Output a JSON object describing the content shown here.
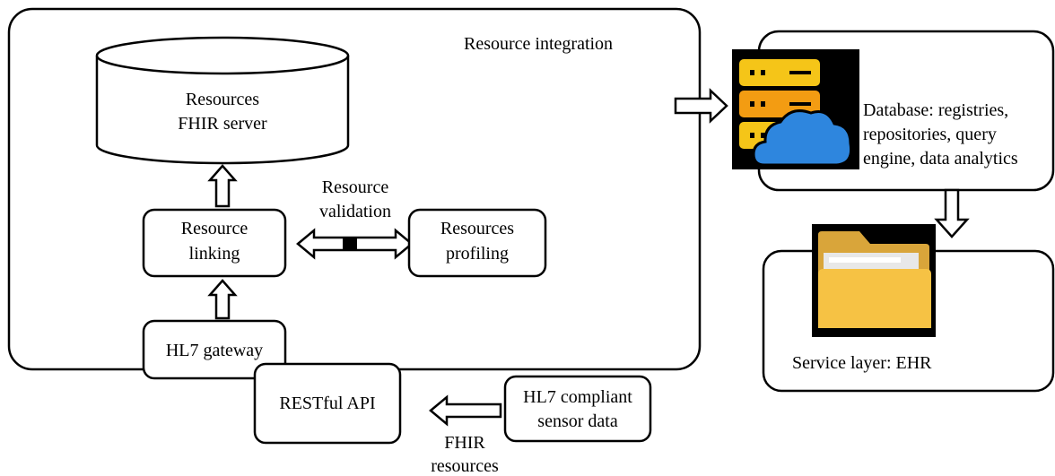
{
  "diagram": {
    "integration_title": "Resource integration",
    "fhir_server_line1": "Resources",
    "fhir_server_line2": "FHIR server",
    "linking_line1": "Resource",
    "linking_line2": "linking",
    "validation_line1": "Resource",
    "validation_line2": "validation",
    "profiling_line1": "Resources",
    "profiling_line2": "profiling",
    "gateway": "HL7 gateway",
    "restful_api": "RESTful API",
    "sensor_line1": "HL7 compliant",
    "sensor_line2": "sensor data",
    "fhir_res_line1": "FHIR",
    "fhir_res_line2": "resources",
    "database_line1": "Database: registries,",
    "database_line2": "repositories, query",
    "database_line3": "engine, data analytics",
    "service_layer": "Service layer: EHR"
  },
  "icons": [
    "database-cloud-icon",
    "folder-icon"
  ],
  "colors": {
    "db_top": "#F5C518",
    "db_middle": "#F39C12",
    "db_bottom": "#F5C518",
    "cloud": "#2E86DE",
    "folder": "#F6C244",
    "icon_bg": "#000000"
  }
}
